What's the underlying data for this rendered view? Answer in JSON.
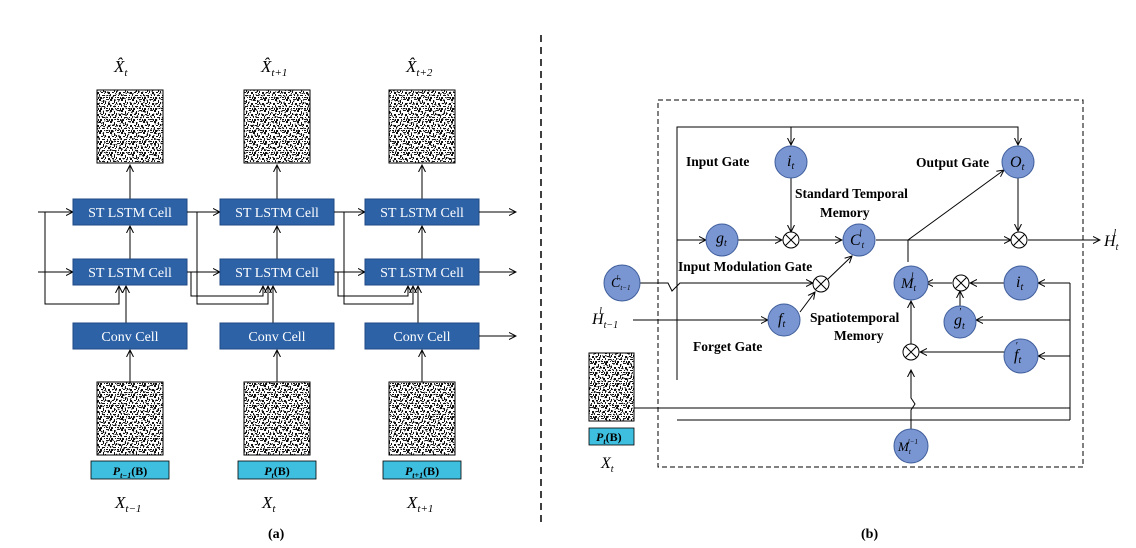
{
  "panel_a": {
    "caption": "(a)",
    "columns": [
      {
        "output_label": "X̂_t",
        "output_parts": [
          "X̂",
          "t"
        ],
        "lstm_top": "ST LSTM Cell",
        "lstm_bottom": "ST LSTM Cell",
        "conv": "Conv Cell",
        "pattern_prefix": "P",
        "pattern_sub": "t−1",
        "pattern_suffix": "(B)",
        "input_parts": [
          "X",
          "t−1"
        ]
      },
      {
        "output_label": "X̂_{t+1}",
        "output_parts": [
          "X̂",
          "t+1"
        ],
        "lstm_top": "ST LSTM Cell",
        "lstm_bottom": "ST LSTM Cell",
        "conv": "Conv Cell",
        "pattern_prefix": "P",
        "pattern_sub": "t",
        "pattern_suffix": "(B)",
        "input_parts": [
          "X",
          "t"
        ]
      },
      {
        "output_label": "X̂_{t+2}",
        "output_parts": [
          "X̂",
          "t+2"
        ],
        "lstm_top": "ST LSTM Cell",
        "lstm_bottom": "ST LSTM Cell",
        "conv": "Conv Cell",
        "pattern_prefix": "P",
        "pattern_sub": "t+1",
        "pattern_suffix": "(B)",
        "input_parts": [
          "X",
          "t+1"
        ]
      }
    ]
  },
  "panel_b": {
    "caption": "(b)",
    "gate_labels": {
      "input_gate": "Input Gate",
      "output_gate": "Output Gate",
      "standard_temporal_line1": "Standard Temporal",
      "standard_temporal_line2": "Memory",
      "input_modulation_gate": "Input Modulation Gate",
      "spatiotemporal_line1": "Spatiotemporal",
      "spatiotemporal_line2": "Memory",
      "forget_gate": "Forget Gate"
    },
    "nodes": {
      "i_t": [
        "i",
        "t"
      ],
      "o_t": [
        "O",
        "t"
      ],
      "g_t": [
        "g",
        "t"
      ],
      "c_t": [
        "C",
        "t",
        "l"
      ],
      "c_prev": [
        "C",
        "t−1",
        "l"
      ],
      "f_t": [
        "f",
        "t"
      ],
      "m_t": [
        "M",
        "t",
        "l"
      ],
      "i_t_prime": [
        "i",
        "t",
        "′"
      ],
      "g_t_prime": [
        "g",
        "t",
        "′"
      ],
      "f_t_prime": [
        "f",
        "t",
        "′"
      ],
      "m_prev": [
        "M",
        "t",
        "l−1"
      ]
    },
    "h_out": [
      "H",
      "t",
      "l"
    ],
    "h_in": [
      "H",
      "t−1",
      "l"
    ],
    "pattern_prefix": "P",
    "pattern_sub": "t",
    "pattern_suffix": "(B)",
    "input_parts": [
      "X",
      "t"
    ]
  },
  "colors": {
    "cell_fill": "#2d62a7",
    "node_fill": "#7a96d2",
    "pattern_label_fill": "#3fbfdf"
  }
}
